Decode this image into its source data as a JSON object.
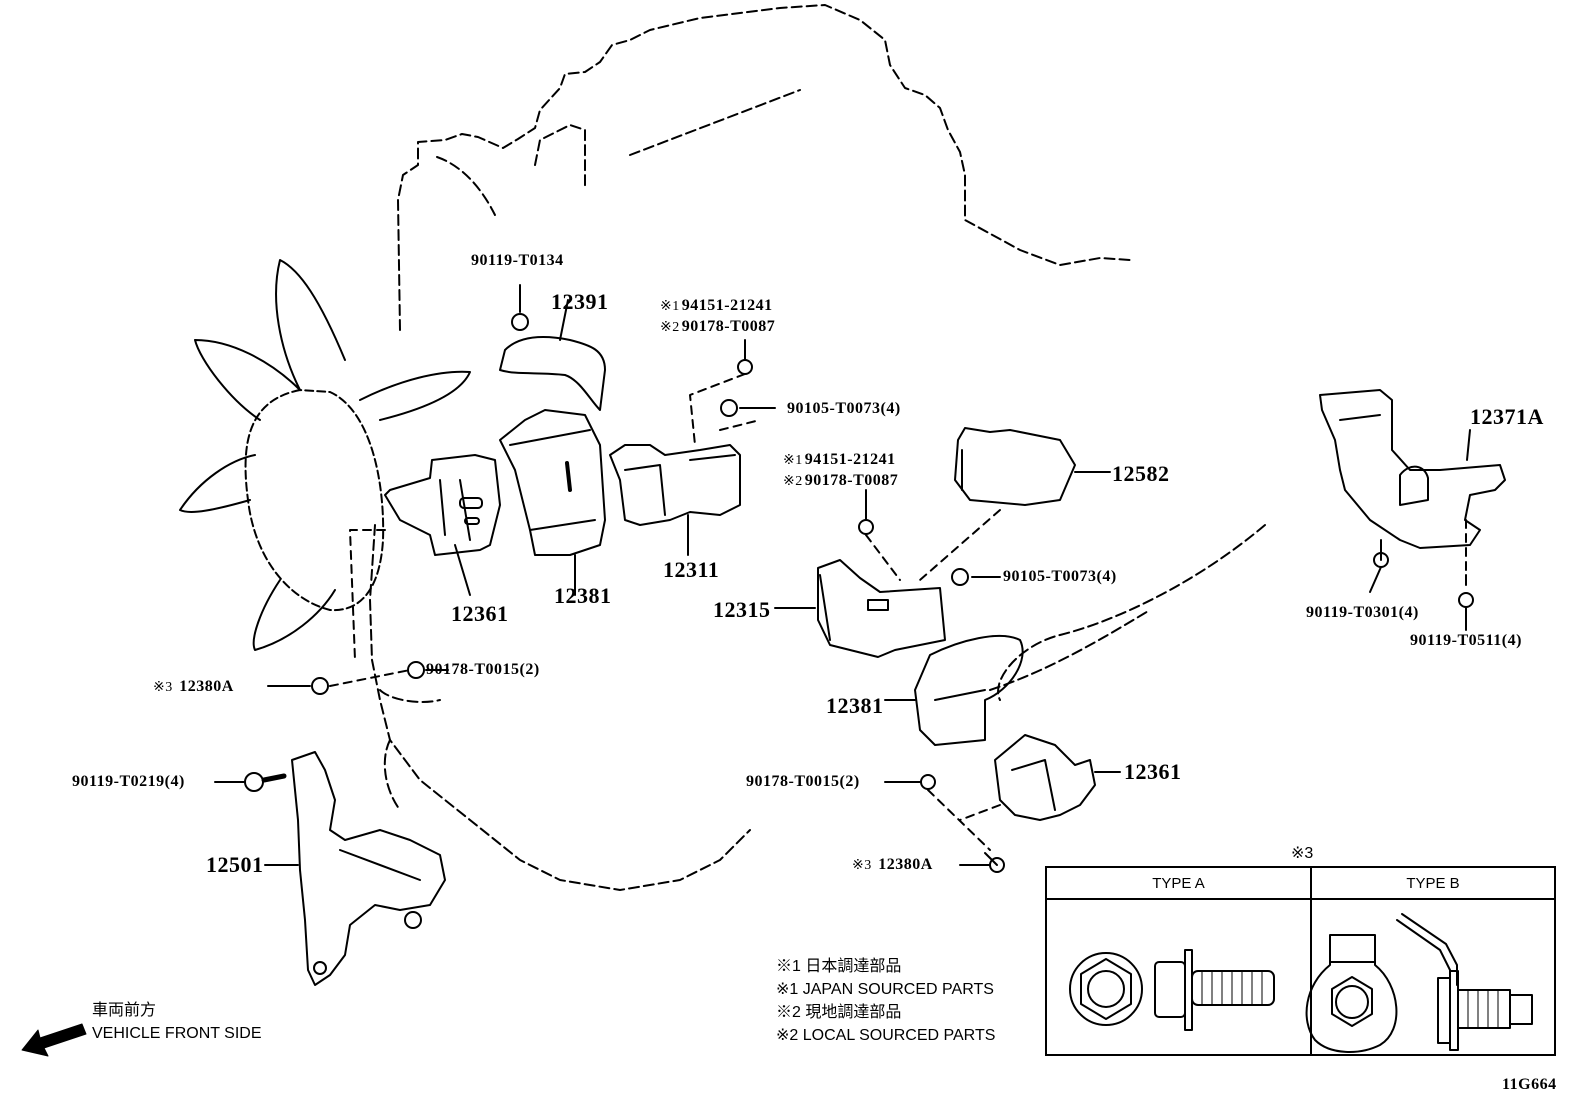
{
  "diagram": {
    "figure_id": "11G664",
    "parts": {
      "p_90119_T0134": "90119-T0134",
      "p_12391": "12391",
      "p_note1_a": "94151-21241",
      "p_note2_a": "90178-T0087",
      "p_90105_a": "90105-T0073(4)",
      "p_12361_a": "12361",
      "p_12381_a": "12381",
      "p_12311": "12311",
      "p_note1_b": "94151-21241",
      "p_note2_b": "90178-T0087",
      "p_12582": "12582",
      "p_90105_b": "90105-T0073(4)",
      "p_12315": "12315",
      "p_12381_b": "12381",
      "p_12361_b": "12361",
      "p_90178_a": "90178-T0015(2)",
      "p_12380A_a": "12380A",
      "p_90119_T0219": "90119-T0219(4)",
      "p_12501": "12501",
      "p_90178_b": "90178-T0015(2)",
      "p_12380A_b": "12380A",
      "p_12371A": "12371A",
      "p_90119_T0301": "90119-T0301(4)",
      "p_90119_T0511": "90119-T0511(4)"
    },
    "markers": {
      "m1": "※1",
      "m2": "※2",
      "m3": "※3"
    },
    "legend": {
      "line1": "※1 日本調達部品",
      "line2": "※1 JAPAN SOURCED PARTS",
      "line3": "※2 現地調達部品",
      "line4": "※2 LOCAL SOURCED PARTS"
    },
    "direction": {
      "jp": "車両前方",
      "en": "VEHICLE FRONT SIDE",
      "icon": "arrow-left-down-icon"
    },
    "type_table": {
      "title": "※3",
      "col_a": "TYPE A",
      "col_b": "TYPE B"
    }
  }
}
